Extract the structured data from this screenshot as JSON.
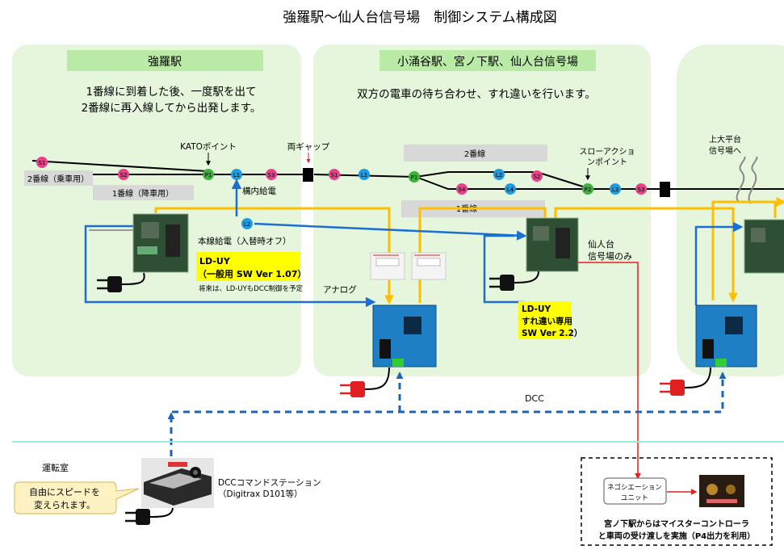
{
  "title": "強羅駅〜仙人台信号場　制御システム構成図",
  "panels": {
    "gora": {
      "header": "強羅駅",
      "desc_line1": "1番線に到着した後、一度駅を出て",
      "desc_line2": "2番線に再入線してから出発します。"
    },
    "middle": {
      "header": "小涌谷駅、宮ノ下駅、仙人台信号場",
      "desc": "双方の電車の待ち合わせ、すれ違いを行います。"
    }
  },
  "track_labels": {
    "track2_board": "2番線（乗車用）",
    "track1_board": "1番線（降車用）",
    "mid_track2": "2番線",
    "mid_track1": "1番線"
  },
  "sensors": {
    "s1": "S1",
    "s2": "S2",
    "s3": "S3",
    "s4": "S4",
    "p1": "P1",
    "p2": "P2",
    "l1": "L1",
    "l2": "L2",
    "l3": "L3",
    "l4": "L4"
  },
  "labels": {
    "kato_point": "KATOポイント",
    "gap": "両ギャップ",
    "station_feed": "構内給電",
    "slow_action_line1": "スローアクショ",
    "slow_action_line2": "ンポイント",
    "kamiodai_line1": "上大平台",
    "kamiodai_line2": "信号場へ",
    "main_feed": "本線給電（入替時オフ）",
    "analog": "アナログ",
    "future_note": "将来は、LD-UYもDCC制御を予定",
    "sennindai_line1": "仙人台",
    "sennindai_line2": "信号場のみ",
    "dcc": "DCC",
    "control_room": "運転室",
    "speed_line1": "自由にスピードを",
    "speed_line2": "変えられます。",
    "command_station_line1": "DCCコマンドステーション",
    "command_station_line2": "（Digitrax D101等）",
    "negotiation_line1": "ネゴシエーション",
    "negotiation_line2": "ユニット",
    "miyanoshita_line1": "宮ノ下駅からはマイスターコントローラ",
    "miyanoshita_line2": "と車両の受け渡しを実施（P4出力を利用）"
  },
  "ld_uy_general": {
    "line1": "LD-UY",
    "line2": "（一般用 SW Ver 1.07）"
  },
  "ld_uy_passing": {
    "line1": "LD-UY",
    "line2": "すれ違い専用",
    "line3": "SW Ver 2.2）"
  },
  "colors": {
    "panel": "#e6f6dc",
    "header": "#b9eaa6",
    "track_label_bg": "#d8d8d8",
    "sensor_s": "#e8418a",
    "sensor_p": "#3cb13c",
    "sensor_l": "#1f9be0",
    "wire_orange": "#ffbf00",
    "wire_blue": "#1a6fd0",
    "dcc_dash": "#1f63b5",
    "gap_red": "#e02020",
    "note_red": "#d00000",
    "highlight": "#ffff00",
    "cyan_line": "#9ee8e0"
  }
}
